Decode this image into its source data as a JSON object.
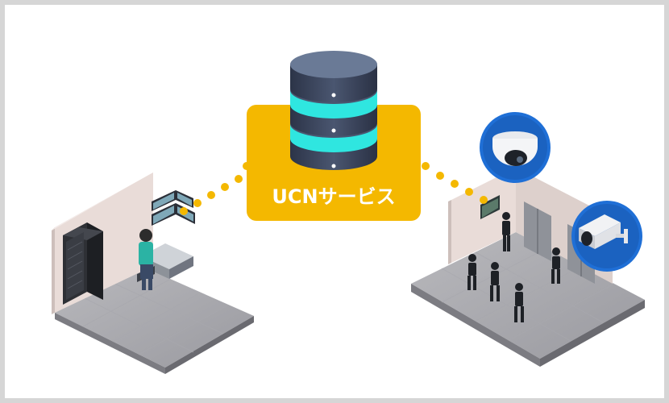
{
  "service": {
    "label": "UCNサービス",
    "box_color": "#f4b800",
    "text_color": "#ffffff"
  },
  "connectors": {
    "dot_color": "#f4b800"
  },
  "icons": {
    "database": "database-server-icon",
    "dome_camera": "dome-camera-icon",
    "bullet_camera": "bullet-camera-icon",
    "accent_color": "#1f6fd6",
    "glow_color": "#2fe6e0"
  },
  "scenes": {
    "left": "monitoring-room-scene",
    "right": "building-lobby-scene"
  }
}
